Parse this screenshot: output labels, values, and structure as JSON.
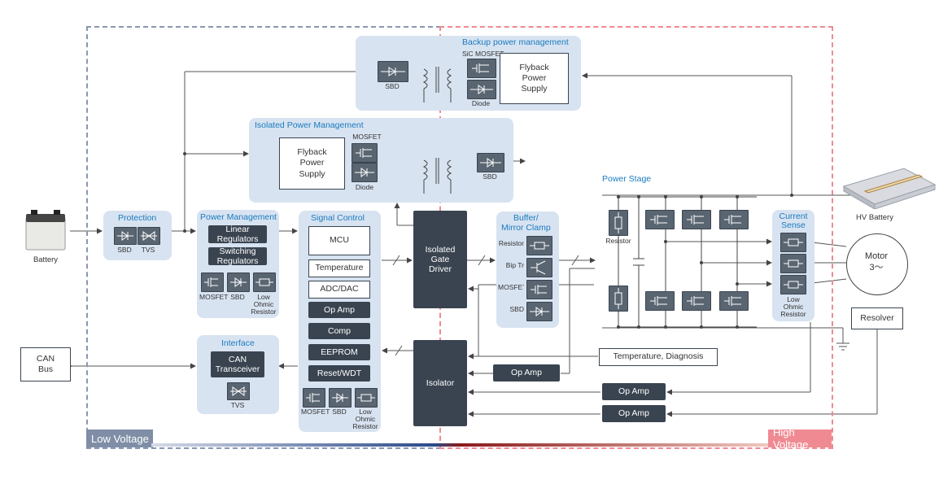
{
  "zones": {
    "low_voltage": "Low Voltage",
    "high_voltage": "High Voltage"
  },
  "external": {
    "battery": "Battery",
    "can_bus": "CAN\nBus",
    "hv_battery": "HV Battery",
    "motor": "Motor\n3～",
    "resolver": "Resolver"
  },
  "protection": {
    "title": "Protection",
    "labels": [
      "SBD",
      "TVS"
    ]
  },
  "power_management": {
    "title": "Power Management",
    "blocks": [
      "Linear\nRegulators",
      "Switching\nRegulators"
    ],
    "labels": [
      "MOSFET",
      "SBD",
      "Low\nOhmic\nResistor"
    ]
  },
  "interface": {
    "title": "Interface",
    "block": "CAN\nTransceiver",
    "label": "TVS"
  },
  "signal_control": {
    "title": "Signal Control",
    "mcu": "MCU",
    "white_blocks": [
      "Temperature",
      "ADC/DAC"
    ],
    "dark_blocks": [
      "Op Amp",
      "Comp",
      "EEPROM",
      "Reset/WDT"
    ],
    "labels": [
      "MOSFET",
      "SBD",
      "Low\nOhmic\nResistor"
    ]
  },
  "isolated_gate_driver": "Isolated\nGate\nDriver",
  "isolator": "Isolator",
  "isolated_power": {
    "title": "Isolated Power Management",
    "flyback": "Flyback\nPower\nSupply",
    "labels": {
      "mosfet": "MOSFET",
      "diode": "Diode",
      "sbd": "SBD"
    }
  },
  "backup_power": {
    "title": "Backup power management",
    "flyback": "Flyback\nPower\nSupply",
    "labels": {
      "sbd": "SBD",
      "sic": "SiC MOSFET",
      "diode": "Diode"
    }
  },
  "buffer": {
    "title": "Buffer/\nMirror Clamp",
    "labels": [
      "Resistor",
      "Bip Tr",
      "MOSFET",
      "SBD"
    ]
  },
  "power_stage": {
    "title": "Power Stage",
    "resistor": "Resistor"
  },
  "current_sense": {
    "title": "Current\nSense",
    "label": "Low\nOhmic\nResistor"
  },
  "temp_diag": "Temperature, Diagnosis",
  "op_amps": [
    "Op Amp",
    "Op Amp",
    "Op Amp"
  ],
  "colors": {
    "panel": "#d8e3f1",
    "dark_block": "#3a4450",
    "title_blue": "#1a7bbf",
    "low_voltage": "#7f8ea6",
    "high_voltage": "#f08a92"
  }
}
